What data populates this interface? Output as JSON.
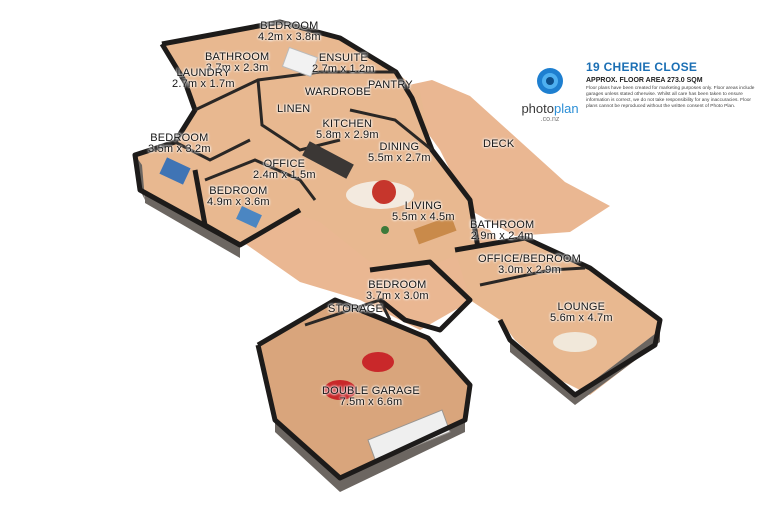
{
  "info": {
    "address": "19 CHERIE CLOSE",
    "floor_area": "APPROX. FLOOR AREA 273.0 SQM",
    "disclaimer": "Floor plans have been created for marketing purposes only. Floor areas include garages unless stated otherwise. Whilst all care has been taken to ensure information is correct, we do not take responsibility for any inaccuracies. Floor plans cannot be reproduced without the written consent of Photo Plan."
  },
  "brand": {
    "name_part1": "photo",
    "name_part2": "plan",
    "domain": ".co.nz"
  },
  "rooms": {
    "bedroom_master": {
      "name": "BEDROOM",
      "size": "4.2m x 3.8m"
    },
    "bathroom_main": {
      "name": "BATHROOM",
      "size": "3.7m x 2.3m"
    },
    "ensuite": {
      "name": "ENSUITE",
      "size": "2.7m x 1.2m"
    },
    "laundry": {
      "name": "LAUNDRY",
      "size": "2.7m x 1.7m"
    },
    "pantry": {
      "name": "PANTRY"
    },
    "wardrobe": {
      "name": "WARDROBE"
    },
    "linen": {
      "name": "LINEN"
    },
    "kitchen": {
      "name": "KITCHEN",
      "size": "5.8m x 2.9m"
    },
    "bedroom_west": {
      "name": "BEDROOM",
      "size": "3.5m x 3.2m"
    },
    "deck": {
      "name": "DECK"
    },
    "dining": {
      "name": "DINING",
      "size": "5.5m x 2.7m"
    },
    "office": {
      "name": "OFFICE",
      "size": "2.4m x 1.5m"
    },
    "bedroom_mid": {
      "name": "BEDROOM",
      "size": "4.9m x 3.6m"
    },
    "living": {
      "name": "LIVING",
      "size": "5.5m x 4.5m"
    },
    "bathroom_east": {
      "name": "BATHROOM",
      "size": "2.9m x 2.4m"
    },
    "office_bedroom": {
      "name": "OFFICE/BEDROOM",
      "size": "3.0m x 2.9m"
    },
    "bedroom_south": {
      "name": "BEDROOM",
      "size": "3.7m x 3.0m"
    },
    "storage": {
      "name": "STORAGE"
    },
    "lounge": {
      "name": "LOUNGE",
      "size": "5.6m x 4.7m"
    },
    "double_garage": {
      "name": "DOUBLE GARAGE",
      "size": "7.5m x 6.6m"
    }
  }
}
